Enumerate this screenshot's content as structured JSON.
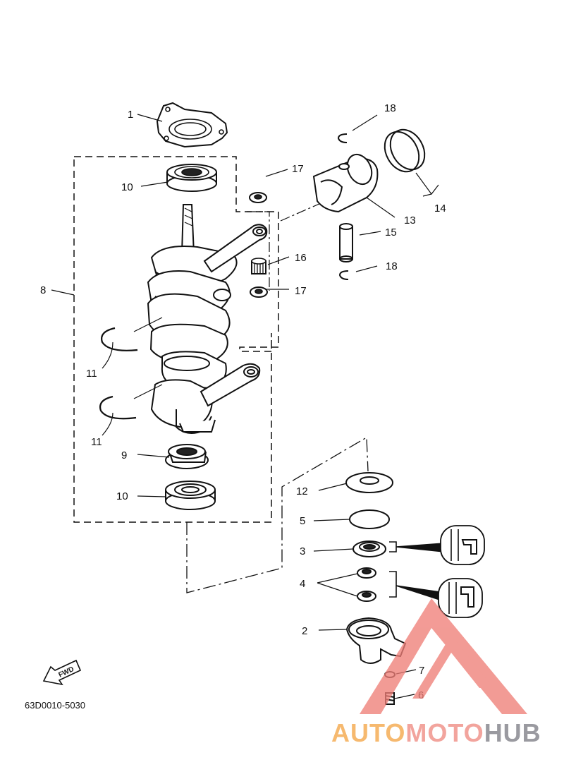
{
  "diagram": {
    "part_code": "63D0010-5030",
    "fwd_label": "FWD",
    "callouts": [
      {
        "id": "1",
        "label": "1"
      },
      {
        "id": "2",
        "label": "2"
      },
      {
        "id": "3",
        "label": "3"
      },
      {
        "id": "4",
        "label": "4"
      },
      {
        "id": "5",
        "label": "5"
      },
      {
        "id": "6",
        "label": "6"
      },
      {
        "id": "7",
        "label": "7"
      },
      {
        "id": "8",
        "label": "8"
      },
      {
        "id": "9",
        "label": "9"
      },
      {
        "id": "10a",
        "label": "10"
      },
      {
        "id": "10b",
        "label": "10"
      },
      {
        "id": "11a",
        "label": "11"
      },
      {
        "id": "11b",
        "label": "11"
      },
      {
        "id": "12",
        "label": "12"
      },
      {
        "id": "13",
        "label": "13"
      },
      {
        "id": "14",
        "label": "14"
      },
      {
        "id": "15",
        "label": "15"
      },
      {
        "id": "16",
        "label": "16"
      },
      {
        "id": "17a",
        "label": "17"
      },
      {
        "id": "17b",
        "label": "17"
      },
      {
        "id": "18a",
        "label": "18"
      },
      {
        "id": "18b",
        "label": "18"
      }
    ]
  },
  "watermark": {
    "part1": "AUTO",
    "part2": "MOTO",
    "part3": "HUB",
    "colors": {
      "triangle": "#f08a84",
      "auto": "#f6b96f",
      "hub": "#9a9aa0"
    }
  }
}
